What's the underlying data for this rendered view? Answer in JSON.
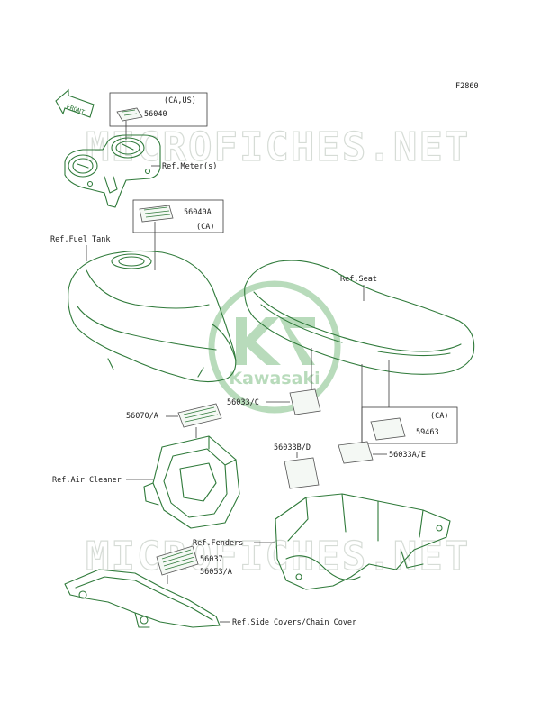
{
  "figure_code": "F2860",
  "front_arrow_text": "FRONT",
  "watermark_text": "MICROFICHES.NET",
  "logo_text": "Kawasaki",
  "labels": {
    "ca_us": "(CA,US)",
    "p56040": "56040",
    "ref_meter": "Ref.Meter(s)",
    "p56040a": "56040A",
    "ca1": "(CA)",
    "ref_fuel_tank": "Ref.Fuel Tank",
    "ref_seat": "Ref.Seat",
    "p56033c": "56033/C",
    "p56070a": "56070/A",
    "ca2": "(CA)",
    "p59463": "59463",
    "p56033ae": "56033A/E",
    "p56033bd": "56033B/D",
    "ref_air_cleaner": "Ref.Air Cleaner",
    "ref_fenders": "Ref.Fenders",
    "p56037": "56037",
    "p56053a": "56053/A",
    "ref_side_covers": "Ref.Side Covers/Chain Cover"
  },
  "colors": {
    "line_art": "#2f7a3a",
    "watermark": "#d6dcd6",
    "logo": "#7fbf85"
  }
}
